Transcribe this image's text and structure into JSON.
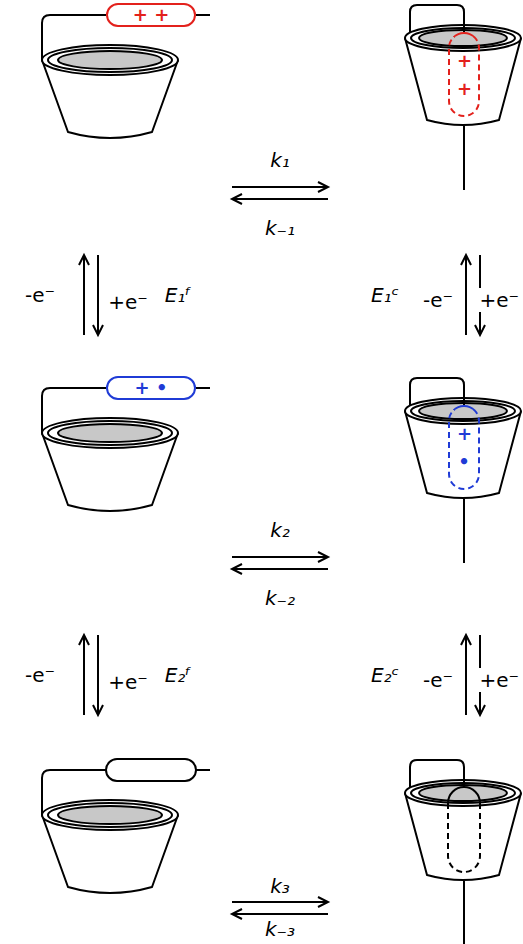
{
  "diagram": {
    "nodes": [
      {
        "text": [
          "+ +"
        ]
      },
      {
        "text": [
          "+ +"
        ]
      },
      {
        "text": [
          "+ •"
        ]
      },
      {
        "text": [
          "+ •"
        ]
      }
    ],
    "labels": [
      "k₁",
      "k₋₁",
      "-e⁻",
      "+e⁻",
      "E₁ᶠ",
      "E₁ᶜ",
      "-e⁻",
      "+e⁻",
      "k₂",
      "k₋₂",
      "-e⁻",
      "+e⁻",
      "E₂ᶠ",
      "E₂ᶜ",
      "-e⁻",
      "+e⁻",
      "k₃",
      "k₋₃"
    ]
  }
}
